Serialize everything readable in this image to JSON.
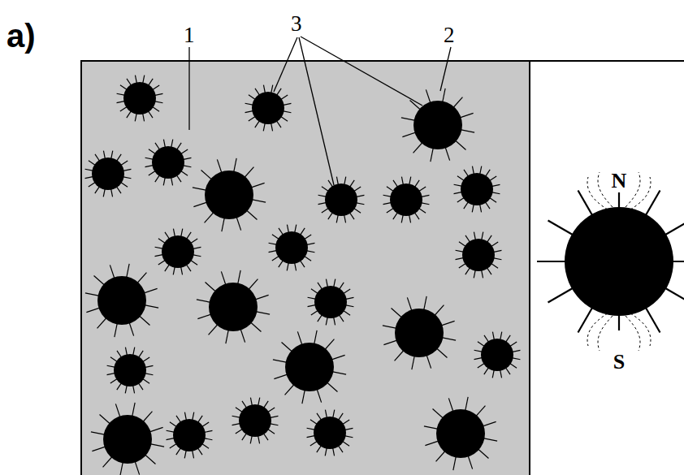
{
  "diagram": {
    "labels": [
      "a)",
      "1",
      "3",
      "2",
      "N",
      "S"
    ]
  }
}
